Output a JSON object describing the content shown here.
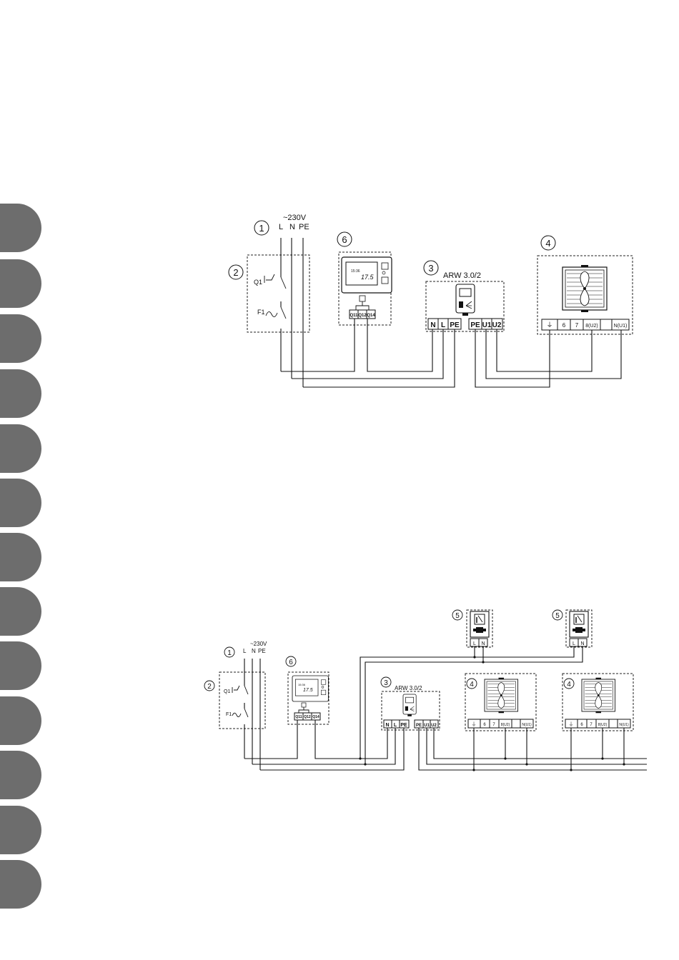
{
  "side_tabs": {
    "count": 13,
    "color": "#6d6d6d"
  },
  "diagram_top": {
    "supply": {
      "voltage": "~230V",
      "L": "L",
      "N": "N",
      "PE": "PE"
    },
    "callouts": {
      "c1": "1",
      "c2": "2",
      "c3": "3",
      "c4": "4",
      "c6": "6"
    },
    "switchgear": {
      "q1": "Q1",
      "f1": "F1"
    },
    "controller": {
      "name": "ARW 3.0/2",
      "terminals": [
        "N",
        "L",
        "PE",
        "PE",
        "U1",
        "U2"
      ]
    },
    "thermostat": {
      "terminals": [
        "Q11",
        "Q12",
        "Q14"
      ],
      "display_time": "15:36",
      "display_temp": "17.5"
    },
    "fan_unit": {
      "terminals": [
        "⏚",
        "6",
        "7",
        "8(U2)",
        "N(U1)"
      ]
    }
  },
  "diagram_bottom": {
    "supply": {
      "voltage": "~230V",
      "L": "L",
      "N": "N",
      "PE": "PE"
    },
    "callouts": {
      "c1": "1",
      "c2": "2",
      "c3": "3",
      "c4a": "4",
      "c4b": "4",
      "c5a": "5",
      "c5b": "5",
      "c6": "6"
    },
    "switchgear": {
      "q1": "Q1",
      "f1": "F1"
    },
    "controller": {
      "name": "ARW 3.0/2",
      "terminals": [
        "N",
        "L",
        "PE",
        "PE",
        "U1",
        "U2"
      ]
    },
    "thermostat": {
      "terminals": [
        "Q11",
        "Q12",
        "Q14"
      ],
      "display_time": "15:36",
      "display_temp": "17.5"
    },
    "valve_terminals": [
      "L",
      "N"
    ],
    "fan_unit": {
      "terminals": [
        "⏚",
        "6",
        "7",
        "8(U2)",
        "N(U1)"
      ]
    }
  }
}
